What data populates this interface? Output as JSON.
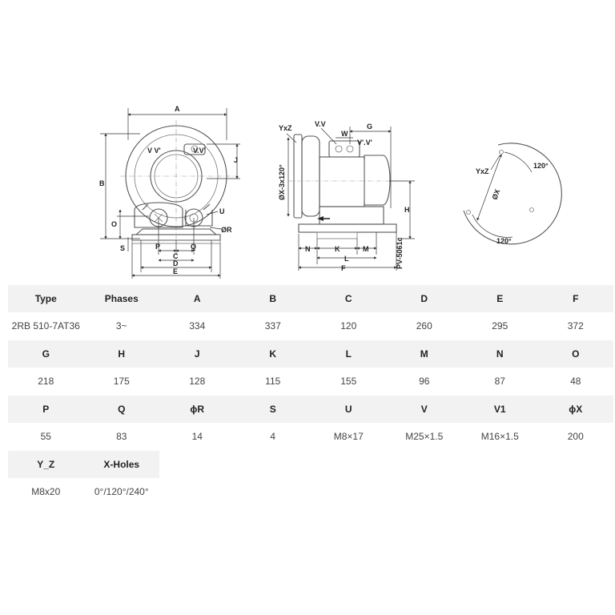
{
  "drawing": {
    "front": {
      "A": "A",
      "B": "B",
      "C": "C",
      "D": "D",
      "E": "E",
      "J": "J",
      "O": "O",
      "P": "P",
      "Q": "Q",
      "S": "S",
      "U": "U",
      "R": "ØR",
      "vv_left": "V V'",
      "vv_right": "V.V'"
    },
    "side": {
      "yxz": "YxZ",
      "vv": "V.V",
      "w": "W",
      "g": "G",
      "vv2": "V'.V'",
      "x3": "ØX-3x120°",
      "h": "H",
      "n": "N",
      "k": "K",
      "m": "M",
      "l": "L",
      "f": "F",
      "model": "PV-5061c"
    },
    "flange": {
      "yxz": "YxZ",
      "deg_top": "120°",
      "diameter": "ØX",
      "deg_bottom": "120°"
    }
  },
  "table": {
    "rows": [
      {
        "headers": [
          "Type",
          "Phases",
          "A",
          "B",
          "C",
          "D",
          "E",
          "F"
        ],
        "values": [
          "2RB 510-7AT36",
          "3~",
          "334",
          "337",
          "120",
          "260",
          "295",
          "372"
        ]
      },
      {
        "headers": [
          "G",
          "H",
          "J",
          "K",
          "L",
          "M",
          "N",
          "O"
        ],
        "values": [
          "218",
          "175",
          "128",
          "115",
          "155",
          "96",
          "87",
          "48"
        ]
      },
      {
        "headers": [
          "P",
          "Q",
          "ɸR",
          "S",
          "U",
          "V",
          "V1",
          "ɸX"
        ],
        "values": [
          "55",
          "83",
          "14",
          "4",
          "M8×17",
          "M25×1.5",
          "M16×1.5",
          "200"
        ]
      },
      {
        "headers": [
          "Y_Z",
          "X-Holes"
        ],
        "values": [
          "M8x20",
          "0°/120°/240°"
        ]
      }
    ]
  }
}
